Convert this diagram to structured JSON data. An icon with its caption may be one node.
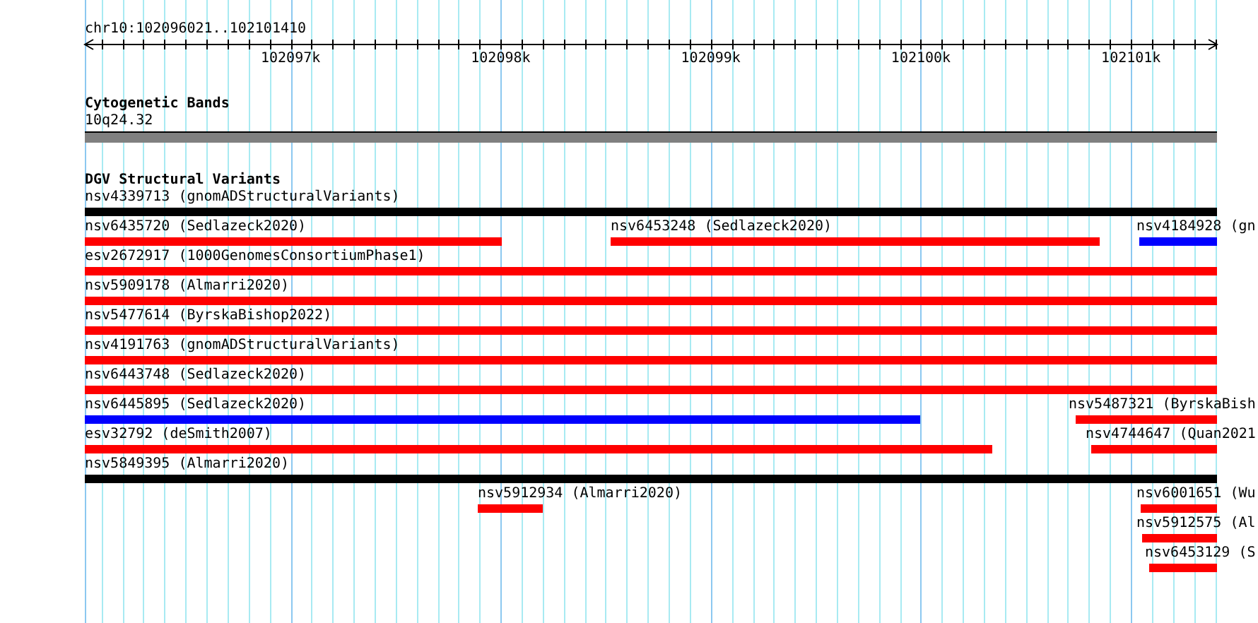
{
  "diagram": {
    "title": "chr10:102096021..102101410",
    "nodes": [
      {
        "text": [
          "10q24.32"
        ]
      },
      {
        "text": [
          "nsv4339713 (gnomADStructuralVariants)"
        ]
      },
      {
        "text": [
          "nsv6435720 (Sedlazeck2020)"
        ]
      },
      {
        "text": [
          "nsv6453248 (Sedlazeck2020)"
        ]
      },
      {
        "text": [
          "nsv4184928 (gn"
        ]
      },
      {
        "text": [
          "esv2672917 (1000GenomesConsortiumPhase1)"
        ]
      },
      {
        "text": [
          "nsv5909178 (Almarri2020)"
        ]
      },
      {
        "text": [
          "nsv5477614 (ByrskaBishop2022)"
        ]
      },
      {
        "text": [
          "nsv4191763 (gnomADStructuralVariants)"
        ]
      },
      {
        "text": [
          "nsv6443748 (Sedlazeck2020)"
        ]
      },
      {
        "text": [
          "nsv6445895 (Sedlazeck2020)"
        ]
      },
      {
        "text": [
          "nsv5487321 (ByrskaBish"
        ]
      },
      {
        "text": [
          "esv32792 (deSmith2007)"
        ]
      },
      {
        "text": [
          "nsv4744647 (Quan2021"
        ]
      },
      {
        "text": [
          "nsv5849395 (Almarri2020)"
        ]
      },
      {
        "text": [
          "nsv5912934 (Almarri2020)"
        ]
      },
      {
        "text": [
          "nsv6001651 (Wu"
        ]
      },
      {
        "text": [
          "nsv5912575 (Al"
        ]
      },
      {
        "text": [
          "nsv6453129 (S"
        ]
      }
    ],
    "labels": [
      "102097k",
      "102098k",
      "102099k",
      "102100k",
      "102101k",
      "Cytogenetic Bands",
      "DGV Structural Variants"
    ]
  }
}
